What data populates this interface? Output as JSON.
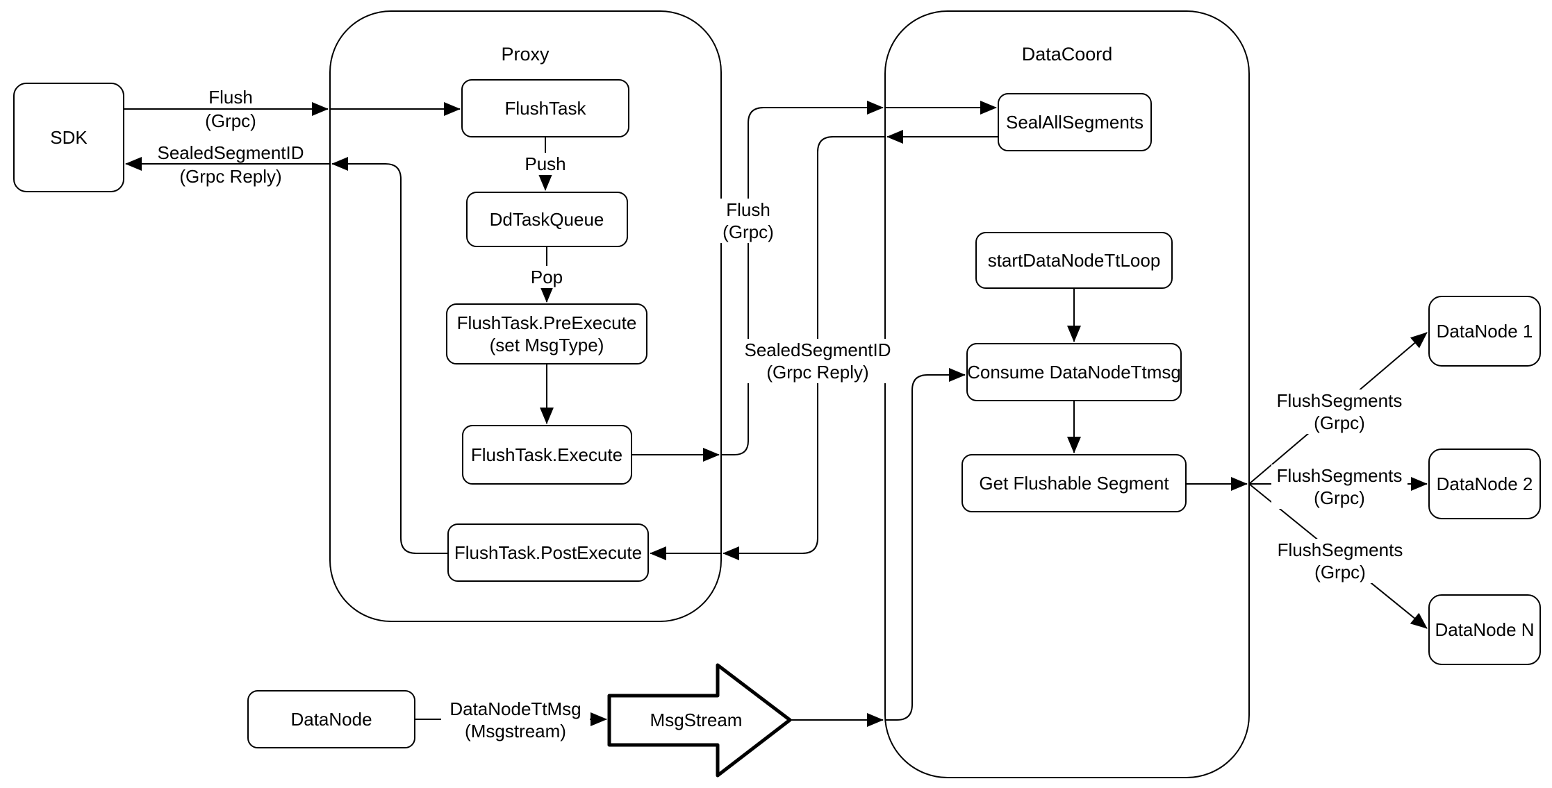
{
  "colors": {
    "stroke": "#000000",
    "node_fill": "#ffffff",
    "background": "#ffffff"
  },
  "containers": {
    "proxy": {
      "title": "Proxy"
    },
    "datacoord": {
      "title": "DataCoord"
    }
  },
  "nodes": {
    "sdk": {
      "label": "SDK"
    },
    "flush_task": {
      "label": "FlushTask"
    },
    "dd_task_queue": {
      "label": "DdTaskQueue"
    },
    "pre_execute": {
      "line1": "FlushTask.PreExecute",
      "line2": "(set MsgType)"
    },
    "execute": {
      "label": "FlushTask.Execute"
    },
    "post_execute": {
      "label": "FlushTask.PostExecute"
    },
    "seal_all_segments": {
      "label": "SealAllSegments"
    },
    "start_data_node_tt_loop": {
      "label": "startDataNodeTtLoop"
    },
    "consume_data_node_ttmsg": {
      "label": "Consume DataNodeTtmsg"
    },
    "get_flushable_segment": {
      "label": "Get Flushable Segment"
    },
    "data_node_1": {
      "label": "DataNode 1"
    },
    "data_node_2": {
      "label": "DataNode 2"
    },
    "data_node_n": {
      "label": "DataNode N"
    },
    "data_node": {
      "label": "DataNode"
    },
    "msg_stream": {
      "label": "MsgStream"
    }
  },
  "edge_labels": {
    "flush_sdk": {
      "line1": "Flush",
      "line2": "(Grpc)"
    },
    "sealed_sdk": {
      "line1": "SealedSegmentID",
      "line2": "(Grpc Reply)"
    },
    "push": {
      "label": "Push"
    },
    "pop": {
      "label": "Pop"
    },
    "flush_mid": {
      "line1": "Flush",
      "line2": "(Grpc)"
    },
    "sealed_mid": {
      "line1": "SealedSegmentID",
      "line2": "(Grpc Reply)"
    },
    "datanode_ttmsg": {
      "line1": "DataNodeTtMsg",
      "line2": "(Msgstream)"
    },
    "flush_segments_1": {
      "line1": "FlushSegments",
      "line2": "(Grpc)"
    },
    "flush_segments_2": {
      "line1": "FlushSegments",
      "line2": "(Grpc)"
    },
    "flush_segments_n": {
      "line1": "FlushSegments",
      "line2": "(Grpc)"
    }
  }
}
